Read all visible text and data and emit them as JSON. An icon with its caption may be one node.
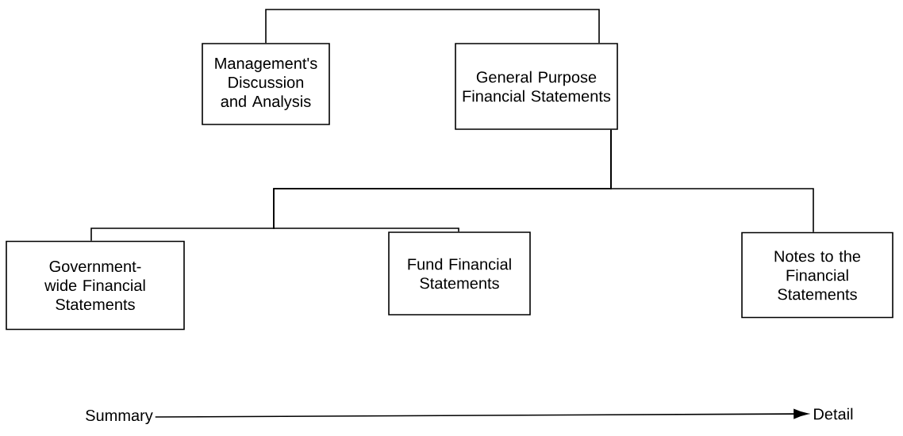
{
  "diagram": {
    "nodes": [
      {
        "text": [
          "Management's Discussion and Analysis"
        ]
      },
      {
        "text": [
          "General Purpose Financial Statements"
        ]
      },
      {
        "text": [
          "Government-wide Financial Statements"
        ]
      },
      {
        "text": [
          "Fund Financial Statements"
        ]
      },
      {
        "text": [
          "Notes to the Financial Statements"
        ]
      },
      {
        "text": [
          "Summary"
        ]
      },
      {
        "text": [
          "Detail"
        ]
      }
    ],
    "edges": [
      {
        "from": 0,
        "to": 1,
        "arrow": "none"
      },
      {
        "from": 1,
        "to": 2,
        "arrow": "none"
      },
      {
        "from": 1,
        "to": 3,
        "arrow": "none"
      },
      {
        "from": 1,
        "to": 4,
        "arrow": "none"
      },
      {
        "from": 5,
        "to": 6,
        "arrow": "to"
      }
    ]
  }
}
